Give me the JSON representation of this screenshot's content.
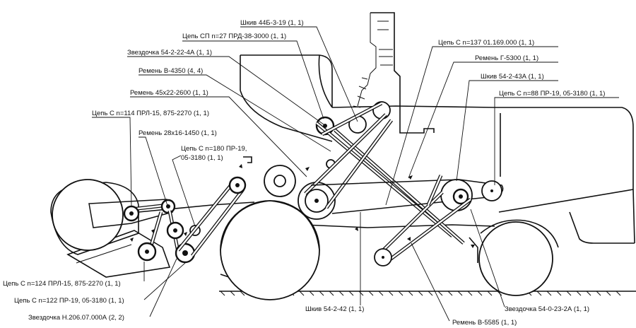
{
  "labels": {
    "l1": "Шкив 44Б-3-19 (1, 1)",
    "l2": "Цепь СП n=27 ПРД-38-3000 (1, 1)",
    "l3": "Звездочка 54-2-22-4А (1, 1)",
    "l4": "Ремень В-4350 (4, 4)",
    "l5": "Ремень 45х22-2600 (1, 1)",
    "l6": "Цепь С n=114 ПРЛ-15, 875-2270 (1, 1)",
    "l7": "Ремень 28х16-1450 (1, 1)",
    "l8a": "Цепь С n=180 ПР-19,",
    "l8b": "05-3180 (1, 1)",
    "l9": "Цепь С n=137 01.169.000 (1, 1)",
    "l10": "Ремень Г-5300 (1, 1)",
    "l11": "Шкив 54-2-43А (1, 1)",
    "l12": "Цепь С n=88 ПР-19, 05-3180 (1, 1)",
    "l13": "Цепь С n=124 ПРЛ-15, 875-2270 (1, 1)",
    "l14": "Цепь С n=122 ПР-19, 05-3180 (1, 1)",
    "l15": "Звездочка Н.206.07.000А (2, 2)",
    "l16": "Шкив 54-2-42 (1, 1)",
    "l17": "Ремень В-5585 (1, 1)",
    "l18": "Звездочка 54-0-23-2А (1, 1)"
  }
}
